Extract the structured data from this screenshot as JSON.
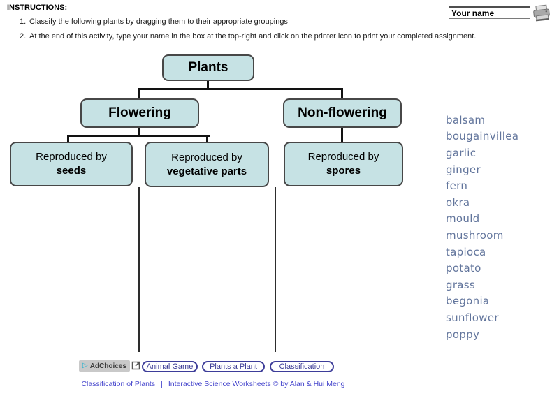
{
  "instructions": {
    "title": "INSTRUCTIONS:",
    "items": [
      {
        "num": "1.",
        "text": "Classify the following plants by dragging them to their appropriate groupings"
      },
      {
        "num": "2.",
        "text": "At the end of this activity, type your name in the box at the top-right and click on the printer icon to print your completed assignment."
      }
    ]
  },
  "header": {
    "name_value": "Your name",
    "printer_icon": "printer-icon"
  },
  "diagram": {
    "root_label": "Plants",
    "level2": [
      {
        "label": "Flowering"
      },
      {
        "label": "Non-flowering"
      }
    ],
    "level3": [
      {
        "line1": "Reproduced by",
        "line2": "seeds"
      },
      {
        "line1": "Reproduced by",
        "line2": "vegetative parts"
      },
      {
        "line1": "Reproduced by",
        "line2": "spores"
      }
    ],
    "box_fill": "#c6e2e4",
    "box_border": "#474747",
    "line_color": "#121212"
  },
  "plant_list": {
    "color": "#62759c",
    "items": [
      "balsam",
      "bougainvillea",
      "garlic",
      "ginger",
      "fern",
      "okra",
      "mould",
      "mushroom",
      "tapioca",
      "potato",
      "grass",
      "begonia",
      "sunflower",
      "poppy"
    ]
  },
  "footer_nav": {
    "adchoices_label": "AdChoices",
    "buttons": [
      "Animal Game",
      "Plants a Plant",
      "Classification"
    ]
  },
  "footer": {
    "left": "Classification of Plants",
    "separator": "|",
    "right": "Interactive Science Worksheets © by Alan & Hui Meng"
  }
}
